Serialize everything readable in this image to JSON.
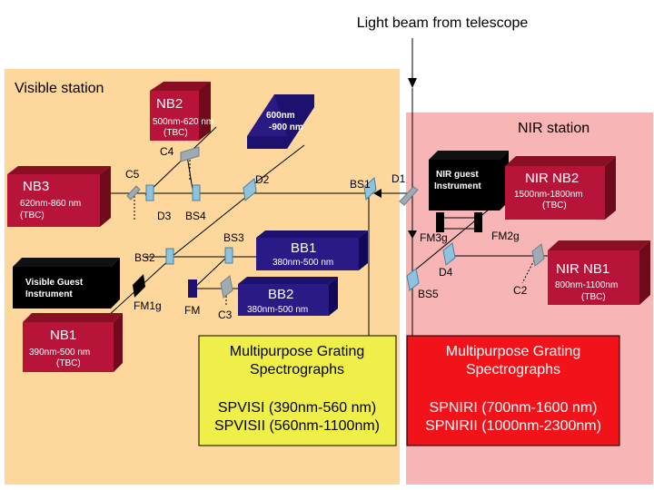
{
  "title": "Light beam from telescope",
  "stations": {
    "visible": "Visible station",
    "nir": "NIR station",
    "visible_color": "#fdd79b",
    "nir_color": "#f7b5b5"
  },
  "boxes": {
    "nb2": {
      "title": "NB2",
      "line1": "500nm-620 nm",
      "line2": "(TBC)"
    },
    "bb3": {
      "line1": "600nm",
      "line2": "-900 nm"
    },
    "nb3": {
      "title": "NB3",
      "line1": "620nm-860 nm",
      "line2": "(TBC)"
    },
    "bb1": {
      "title": "BB1",
      "line1": "380nm-500 nm"
    },
    "bb2": {
      "title": "BB2",
      "line1": "380nm-500 nm"
    },
    "visible_guest": {
      "line1": "Visible Guest",
      "line2": "Instrument"
    },
    "nb1": {
      "title": "NB1",
      "line1": "390nm-500 nm",
      "line2": "(TBC)"
    },
    "nir_guest": {
      "line1": "NIR guest",
      "line2": "Instrument"
    },
    "nir_nb2": {
      "title": "NIR NB2",
      "line1": "1500nm-1800nm",
      "line2": "(TBC)"
    },
    "nir_nb1": {
      "title": "NIR NB1",
      "line1": "800nm-1100nm",
      "line2": "(TBC)"
    }
  },
  "components": {
    "c4": "C4",
    "c5": "C5",
    "d3": "D3",
    "bs4": "BS4",
    "d2": "D2",
    "bs1": "BS1",
    "d1": "D1",
    "bs2": "BS2",
    "bs3": "BS3",
    "fm1g": "FM1g",
    "fm": "FM",
    "c3": "C3",
    "fm3g": "FM3g",
    "fm2g": "FM2g",
    "d4": "D4",
    "bs5": "BS5",
    "c2": "C2"
  },
  "spectrographs": {
    "visible": {
      "line1": "Multipurpose Grating",
      "line2": "Spectrographs",
      "line3": "SPVISI (390nm-560 nm)",
      "line4": "SPVISII (560nm-1100nm)",
      "color": "#f0ef4a"
    },
    "nir": {
      "line1": "Multipurpose Grating",
      "line2": "Spectrographs",
      "line3": "SPNIRI (700nm-1600 nm)",
      "line4": "SPNIRII (1000nm-2300nm)",
      "color": "#f2121a"
    }
  }
}
